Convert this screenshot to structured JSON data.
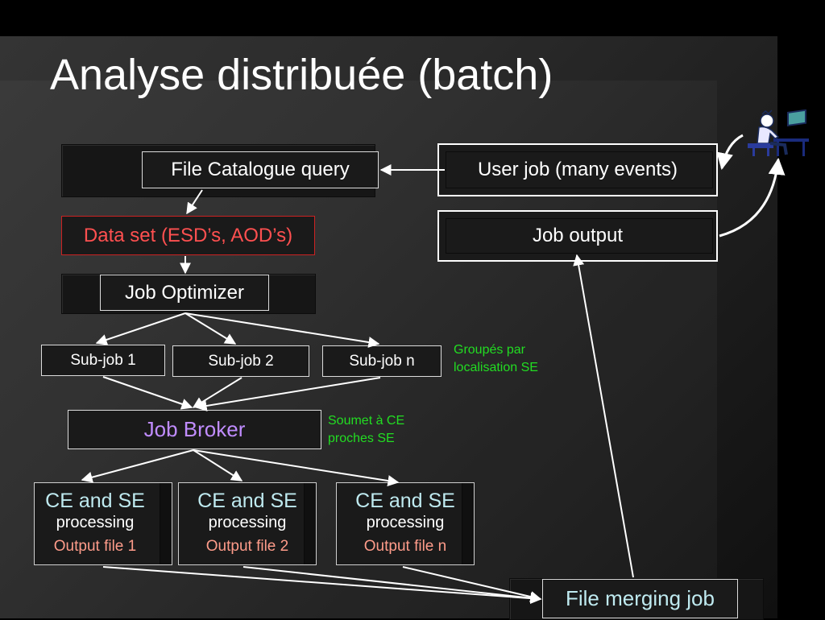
{
  "title": "Analyse distribuée (batch)",
  "nodes": {
    "file_catalogue": "File Catalogue query",
    "user_job": "User job (many events)",
    "data_set": "Data set (ESD’s, AOD’s)",
    "job_output": "Job output",
    "job_optimizer": "Job Optimizer",
    "subjob_1": "Sub-job 1",
    "subjob_2": "Sub-job 2",
    "subjob_n": "Sub-job n",
    "job_broker": "Job Broker",
    "file_merging": "File merging job"
  },
  "ce_boxes": [
    {
      "title": "CE and SE",
      "processing": "processing",
      "output": "Output file 1"
    },
    {
      "title": "CE and SE",
      "processing": "processing",
      "output": "Output file 2"
    },
    {
      "title": "CE and SE",
      "processing": "processing",
      "output": "Output file n"
    }
  ],
  "notes": {
    "grouped_line1": "Groupés par",
    "grouped_line2": "localisation SE",
    "submit_line1": "Soumet à CE",
    "submit_line2": "proches SE"
  },
  "colors": {
    "data_set_border": "#cc2222",
    "data_set_text": "#ff5050",
    "job_broker_text": "#c08cff",
    "ce_title_text": "#bfeaf0",
    "output_file_text": "#ff9c8a",
    "note_text": "#22dd22"
  },
  "icons": {
    "user": "person-at-computer-icon"
  }
}
